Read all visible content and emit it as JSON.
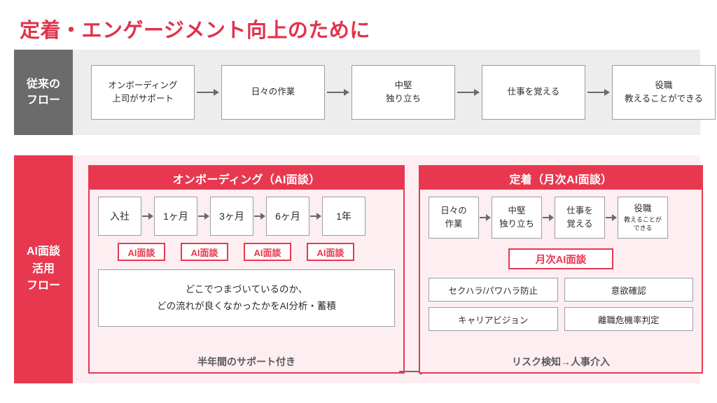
{
  "title": "定着・エンゲージメント向上のために",
  "colors": {
    "brand_red": "#e8384f",
    "title_red": "#e1334c",
    "pink_bg": "#fdeef1",
    "gray_bg": "#ededed",
    "gray_label": "#6b6b6b",
    "box_border": "#9d9d9d"
  },
  "section_conventional": {
    "label_lines": [
      "従来の",
      "フロー"
    ],
    "steps": [
      {
        "lines": [
          "オンボーディング",
          "上司がサポート"
        ]
      },
      {
        "lines": [
          "日々の作業"
        ]
      },
      {
        "lines": [
          "中堅",
          "独り立ち"
        ]
      },
      {
        "lines": [
          "仕事を覚える"
        ]
      },
      {
        "lines": [
          "役職",
          "教えることができる"
        ]
      }
    ]
  },
  "section_ai": {
    "label_lines": [
      "AI面談",
      "活用",
      "フロー"
    ],
    "panel_left": {
      "header": "オンボーディング（AI面談）",
      "timeline": [
        "入社",
        "1ヶ月",
        "3ヶ月",
        "6ヶ月",
        "1年"
      ],
      "tags": [
        "AI面談",
        "AI面談",
        "AI面談",
        "AI面談"
      ],
      "note_lines": [
        "どこでつまづいているのか、",
        "どの流れが良くなかったかをAI分析・蓄積"
      ],
      "footer": "半年間のサポート付き"
    },
    "panel_right": {
      "header": "定着（月次AI面談）",
      "steps": [
        {
          "big": "日々の",
          "big2": "作業",
          "small": ""
        },
        {
          "big": "中堅",
          "big2": "独り立ち",
          "small": ""
        },
        {
          "big": "仕事を",
          "big2": "覚える",
          "small": ""
        },
        {
          "big": "役職",
          "big2": "",
          "small": "教えることが／できる"
        }
      ],
      "monthly_tag": "月次AI面談",
      "cells": [
        [
          "セクハラ/パワハラ防止",
          "意欲確認"
        ],
        [
          "キャリアビジョン",
          "離職危機率判定"
        ]
      ],
      "footer": "リスク検知→人事介入"
    }
  }
}
